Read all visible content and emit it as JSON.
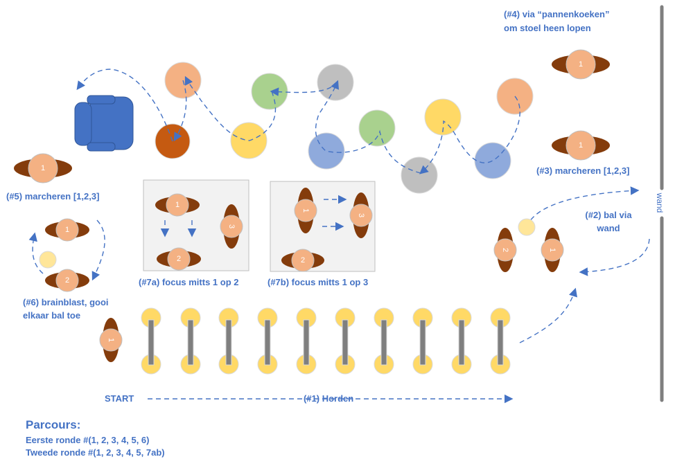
{
  "labels": {
    "station4_line1": "(#4) via “pannenkoeken”",
    "station4_line2": "om stoel heen lopen",
    "station3": "(#3) marcheren [1,2,3]",
    "station5": "(#5) marcheren [1,2,3]",
    "station2_line1": "(#2) bal via",
    "station2_line2": "wand",
    "station6_line1": "(#6) brainblast, gooi",
    "station6_line2": "elkaar bal toe",
    "station7a": "(#7a) focus mitts 1 op 2",
    "station7b": "(#7b) focus mitts 1 op 3",
    "start": "START",
    "station1": "(#1) Horden",
    "wall": "wand"
  },
  "legend": {
    "title": "Parcours:",
    "round1": "Eerste ronde #(1, 2, 3, 4, 5, 6)",
    "round2": "Tweede ronde #(1, 2, 3, 4, 5, 7ab)"
  },
  "persons": {
    "p4a": "1",
    "p3": "1",
    "p5": "1",
    "p6a": "1",
    "p6b": "2",
    "p7a1": "1",
    "p7a2": "2",
    "p7a3": "3",
    "p7b1": "1",
    "p7b2": "2",
    "p7b3": "3",
    "p2a": "2",
    "p2b": "1",
    "p1": "1"
  },
  "colors": {
    "text": "#4472C4",
    "skin": "#F4B183",
    "shoulder": "#843C0C",
    "green": "#A9D18E",
    "gray": "#BFBFBF",
    "yellow": "#FFD966",
    "blue": "#8FAADC",
    "rust": "#C55A11",
    "chair": "#2F5597"
  }
}
